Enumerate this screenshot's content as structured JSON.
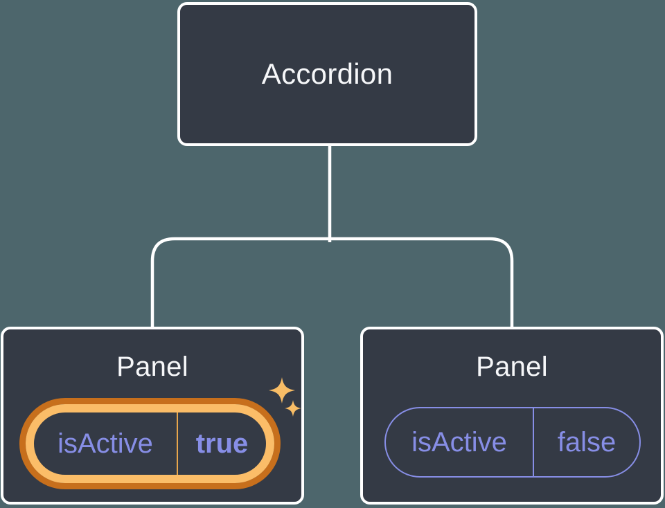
{
  "diagram": {
    "root": {
      "label": "Accordion"
    },
    "children": [
      {
        "label": "Panel",
        "state": {
          "key": "isActive",
          "value": "true"
        },
        "highlighted": true,
        "icons": [
          "sparkle-icon",
          "sparkle-icon"
        ]
      },
      {
        "label": "Panel",
        "state": {
          "key": "isActive",
          "value": "false"
        },
        "highlighted": false,
        "icons": []
      }
    ]
  },
  "colors": {
    "background": "#4d666c",
    "node_fill": "#343a45",
    "node_border": "#ffffff",
    "connector": "#ffffff",
    "title_text": "#f6f7f9",
    "state_text": "#878ee6",
    "highlight_ring_outer": "#c76f1c",
    "highlight_ring_inner": "#fbbd68",
    "highlight_divider": "#e8a64c",
    "sparkle": "#f8bd66",
    "inactive_pill_border": "#878ee6"
  }
}
